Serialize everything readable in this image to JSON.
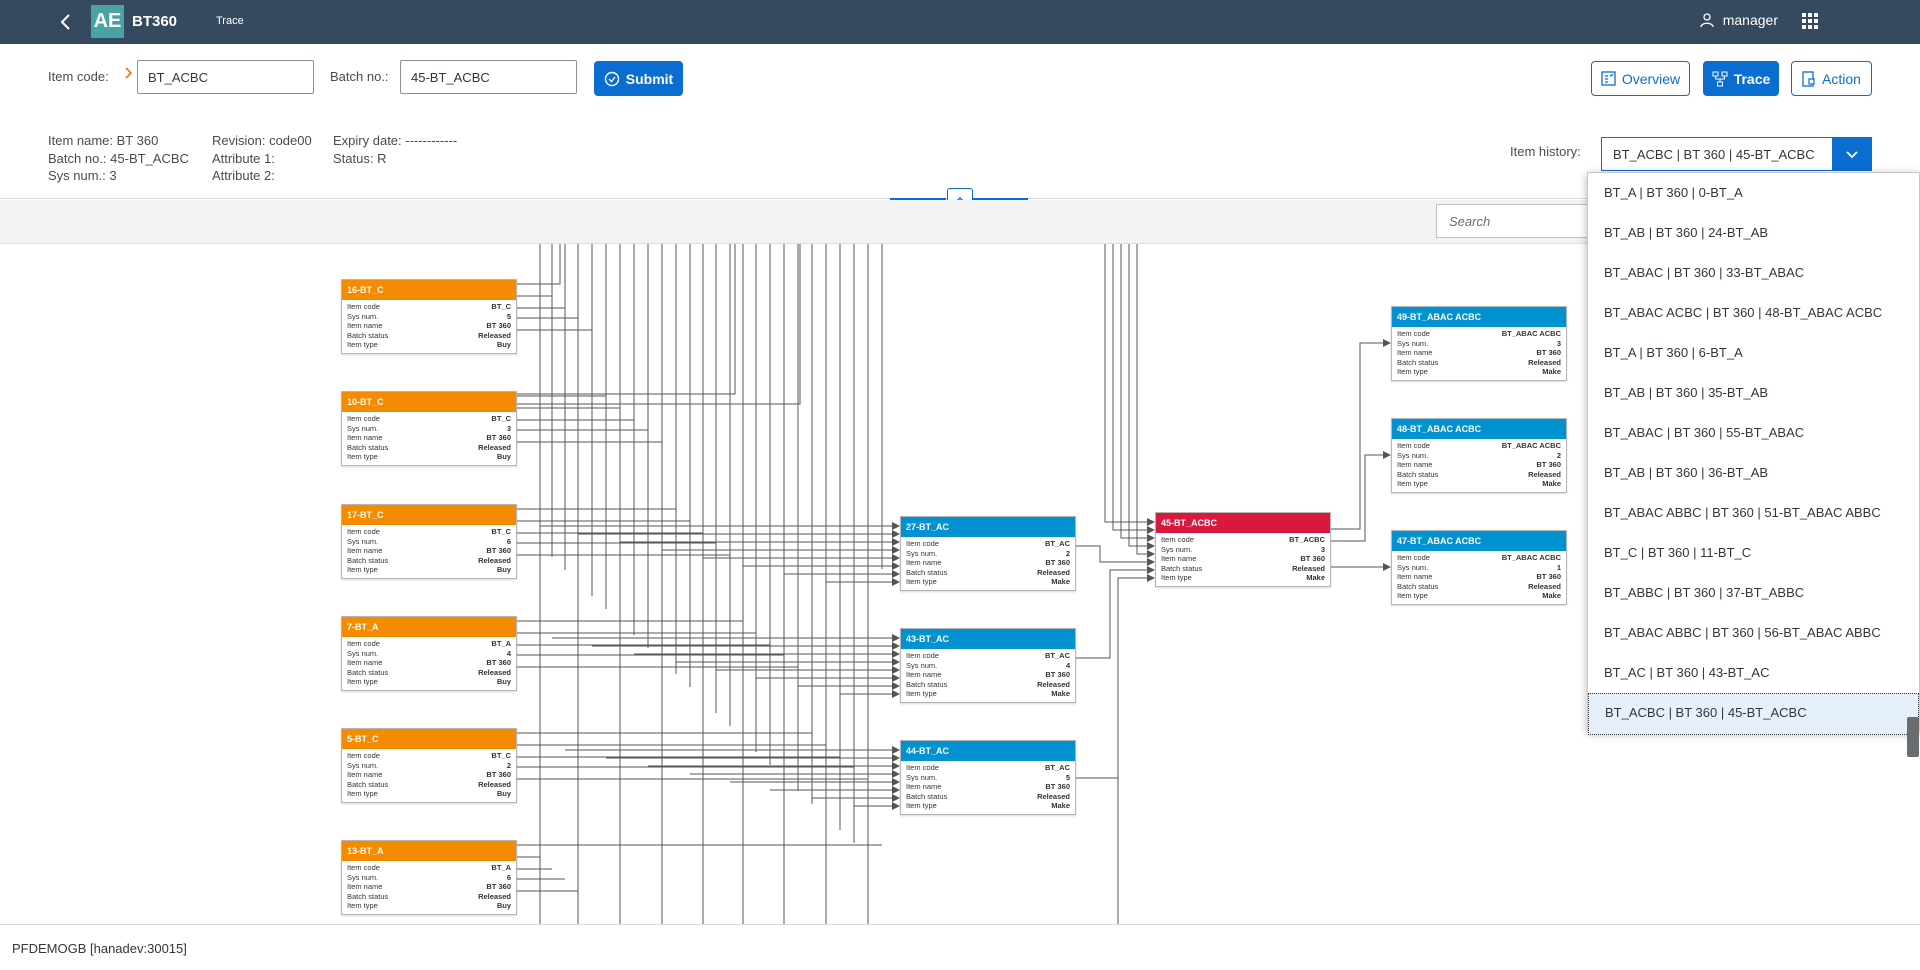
{
  "shell": {
    "logo": "AE",
    "app_title": "BT360",
    "page_title": "Trace",
    "user": "manager"
  },
  "form": {
    "item_code_label": "Item code:",
    "item_code_value": "BT_ACBC",
    "batch_label": "Batch no.:",
    "batch_value": "45-BT_ACBC",
    "submit_label": "Submit"
  },
  "actions": {
    "overview": "Overview",
    "trace": "Trace",
    "action": "Action"
  },
  "info": {
    "col1": [
      "Item name: BT 360",
      "Batch no.: 45-BT_ACBC",
      "Sys num.: 3"
    ],
    "col2": [
      "Revision: code00",
      "Attribute 1:",
      "Attribute 2:"
    ],
    "col3": [
      "Expiry date: ------------",
      "Status: R"
    ]
  },
  "history": {
    "label": "Item history:",
    "selected": "BT_ACBC | BT 360 | 45-BT_ACBC",
    "options": [
      "BT_A | BT 360 | 0-BT_A",
      "BT_AB | BT 360 | 24-BT_AB",
      "BT_ABAC | BT 360 | 33-BT_ABAC",
      "BT_ABAC ACBC | BT 360 | 48-BT_ABAC ACBC",
      "BT_A | BT 360 | 6-BT_A",
      "BT_AB | BT 360 | 35-BT_AB",
      "BT_ABAC | BT 360 | 55-BT_ABAC",
      "BT_AB | BT 360 | 36-BT_AB",
      "BT_ABAC ABBC | BT 360 | 51-BT_ABAC ABBC",
      "BT_C | BT 360 | 11-BT_C",
      "BT_ABBC | BT 360 | 37-BT_ABBC",
      "BT_ABAC ABBC | BT 360 | 56-BT_ABAC ABBC",
      "BT_AC | BT 360 | 43-BT_AC",
      "BT_ACBC | BT 360 | 45-BT_ACBC"
    ]
  },
  "search_placeholder": "Search",
  "field_labels": [
    "Item code",
    "Sys num.",
    "Item name",
    "Batch status",
    "Item type"
  ],
  "nodes": [
    {
      "id": "16-BT_C",
      "color": "#f58b00",
      "values": [
        "BT_C",
        "5",
        "BT 360",
        "Released",
        "Buy"
      ]
    },
    {
      "id": "10-BT_C",
      "color": "#f58b00",
      "values": [
        "BT_C",
        "3",
        "BT 360",
        "Released",
        "Buy"
      ]
    },
    {
      "id": "17-BT_C",
      "color": "#f58b00",
      "values": [
        "BT_C",
        "6",
        "BT 360",
        "Released",
        "Buy"
      ]
    },
    {
      "id": "7-BT_A",
      "color": "#f58b00",
      "values": [
        "BT_A",
        "4",
        "BT 360",
        "Released",
        "Buy"
      ]
    },
    {
      "id": "5-BT_C",
      "color": "#f58b00",
      "values": [
        "BT_C",
        "2",
        "BT 360",
        "Released",
        "Buy"
      ]
    },
    {
      "id": "13-BT_A",
      "color": "#f58b00",
      "values": [
        "BT_A",
        "6",
        "BT 360",
        "Released",
        "Buy"
      ]
    },
    {
      "id": "27-BT_AC",
      "color": "#0092d1",
      "values": [
        "BT_AC",
        "2",
        "BT 360",
        "Released",
        "Make"
      ]
    },
    {
      "id": "43-BT_AC",
      "color": "#0092d1",
      "values": [
        "BT_AC",
        "4",
        "BT 360",
        "Released",
        "Make"
      ]
    },
    {
      "id": "44-BT_AC",
      "color": "#0092d1",
      "values": [
        "BT_AC",
        "5",
        "BT 360",
        "Released",
        "Make"
      ]
    },
    {
      "id": "45-BT_ACBC",
      "color": "#d91840",
      "values": [
        "BT_ACBC",
        "3",
        "BT 360",
        "Released",
        "Make"
      ]
    },
    {
      "id": "49-BT_ABAC ACBC",
      "color": "#0092d1",
      "values": [
        "BT_ABAC ACBC",
        "3",
        "BT 360",
        "Released",
        "Make"
      ]
    },
    {
      "id": "48-BT_ABAC ACBC",
      "color": "#0092d1",
      "values": [
        "BT_ABAC ACBC",
        "2",
        "BT 360",
        "Released",
        "Make"
      ]
    },
    {
      "id": "47-BT_ABAC ACBC",
      "color": "#0092d1",
      "values": [
        "BT_ABAC ACBC",
        "1",
        "BT 360",
        "Released",
        "Make"
      ]
    }
  ],
  "footer": "PFDEMOGB [hanadev:30015]"
}
